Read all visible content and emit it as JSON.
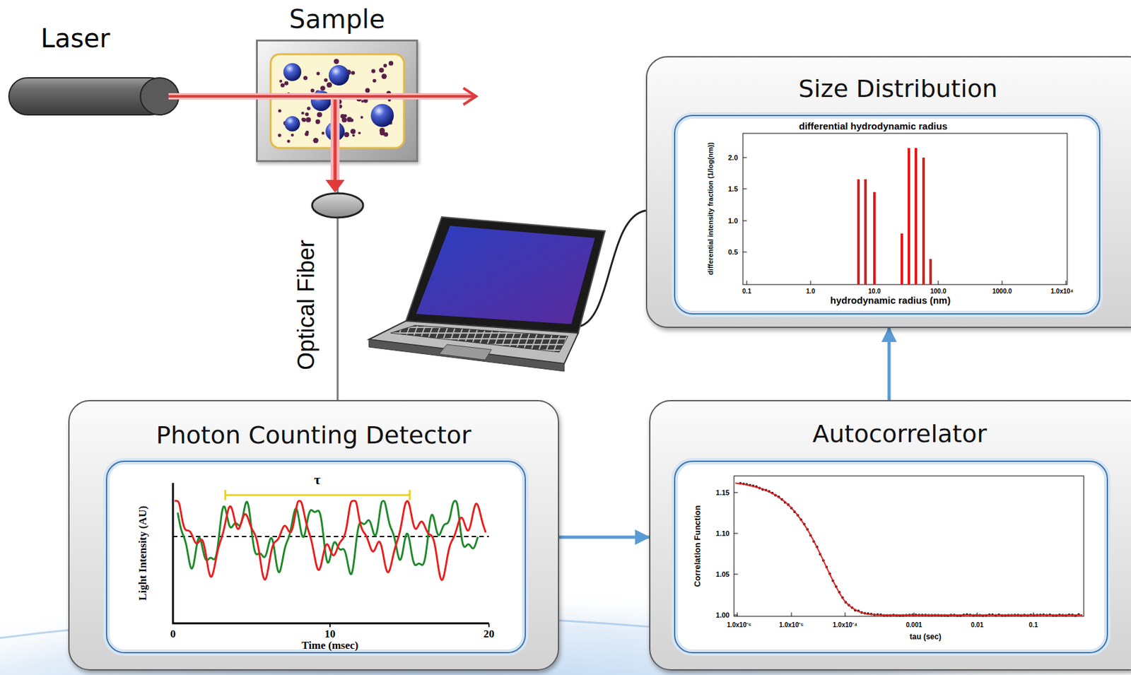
{
  "diagram": {
    "nodes": [
      {
        "text": [
          "Sample"
        ]
      },
      {
        "text": [
          "Size Distribution"
        ]
      },
      {
        "text": [
          "Photon Counting Detector"
        ]
      },
      {
        "text": [
          "Autocorrelator"
        ]
      }
    ],
    "edges": [
      {
        "from": 0,
        "to": 2,
        "arrow": "none",
        "label": "Optical Fiber"
      },
      {
        "from": 2,
        "to": 3,
        "arrow": "to"
      },
      {
        "from": 3,
        "to": 1,
        "arrow": "to"
      }
    ],
    "labels": [
      "Laser",
      "differential hydrodynamic radius",
      "differential intensity fraction (1/log(nm))",
      "2.0",
      "1.5",
      "1.0",
      "0.5",
      "0.1",
      "1.0",
      "10.0",
      "100.0",
      "1000.0",
      "1.0x10⁴",
      "hydrodynamic radius (nm)",
      "τ",
      "Light Intensity (AU)",
      "0",
      "10",
      "20",
      "Time (msec)",
      "Correlation Function",
      "1.15",
      "1.10",
      "1.05",
      "1.00",
      "1.0x10⁻⁶",
      "1.0x10⁻⁵",
      "1.0x10⁻⁴",
      "0.001",
      "0.01",
      "0.1",
      "tau (sec)"
    ]
  }
}
